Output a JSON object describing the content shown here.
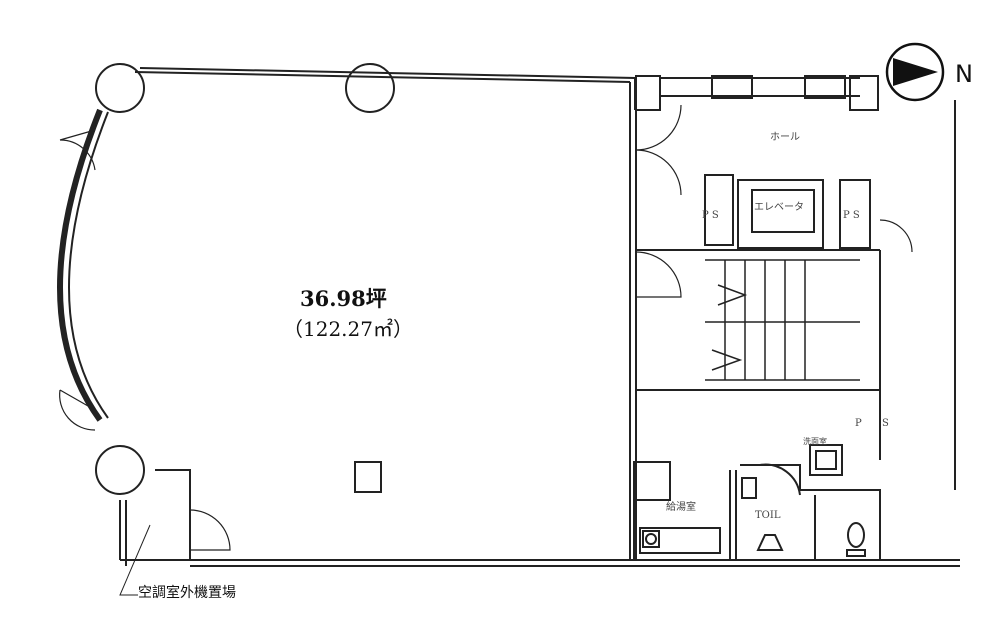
{
  "plan": {
    "area_tsubo": "36.98坪",
    "area_sqm": "（122.27㎡）",
    "north_label": "N",
    "rooms": {
      "hall": "ホール",
      "elevator": "エレベータ",
      "kitchenette": "給湯室",
      "washroom": "洗面室",
      "toilet": "TOIL",
      "ps_left": "P S",
      "ps_right": "P S",
      "ps_lower_p": "P",
      "ps_lower_s": "S"
    },
    "outdoor_unit_label": "空調室外機置場"
  }
}
